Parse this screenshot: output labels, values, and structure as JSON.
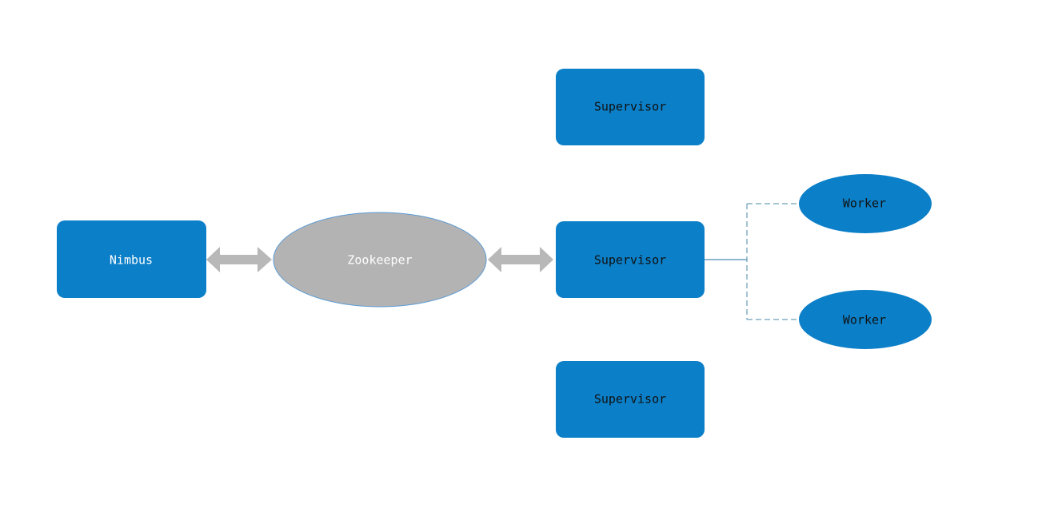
{
  "nodes": {
    "nimbus": {
      "label": "Nimbus"
    },
    "zookeeper": {
      "label": "Zookeeper"
    },
    "supervisor_top": {
      "label": "Supervisor"
    },
    "supervisor_middle": {
      "label": "Supervisor"
    },
    "supervisor_bottom": {
      "label": "Supervisor"
    },
    "worker_top": {
      "label": "Worker"
    },
    "worker_bottom": {
      "label": "Worker"
    }
  },
  "colors": {
    "box_fill": "#0b7fc8",
    "box_text_light": "#ffffff",
    "box_text_dark": "#111111",
    "zookeeper_fill": "#b3b3b3",
    "zookeeper_stroke": "#5b9bd5",
    "arrow": "#b8b8b8",
    "connector": "#1f6f9f",
    "dashed_connector": "#4a8aa8"
  }
}
